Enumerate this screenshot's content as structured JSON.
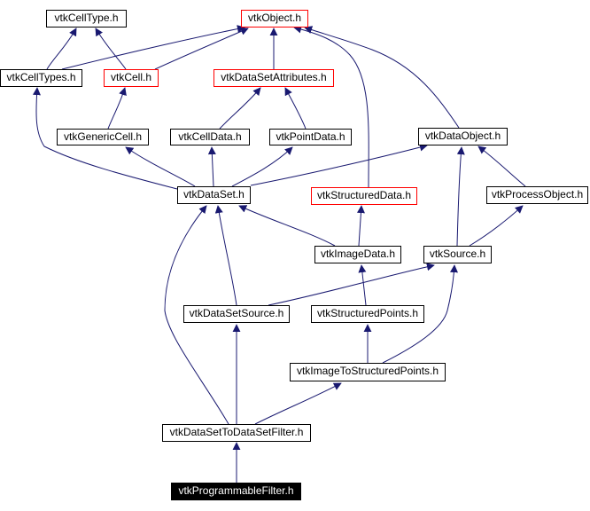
{
  "graph": {
    "nodes": {
      "vtkCellType": "vtkCellType.h",
      "vtkObject": "vtkObject.h",
      "vtkCellTypes": "vtkCellTypes.h",
      "vtkCell": "vtkCell.h",
      "vtkDataSetAttributes": "vtkDataSetAttributes.h",
      "vtkGenericCell": "vtkGenericCell.h",
      "vtkCellData": "vtkCellData.h",
      "vtkPointData": "vtkPointData.h",
      "vtkDataObject": "vtkDataObject.h",
      "vtkDataSet": "vtkDataSet.h",
      "vtkStructuredData": "vtkStructuredData.h",
      "vtkProcessObject": "vtkProcessObject.h",
      "vtkImageData": "vtkImageData.h",
      "vtkSource": "vtkSource.h",
      "vtkDataSetSource": "vtkDataSetSource.h",
      "vtkStructuredPoints": "vtkStructuredPoints.h",
      "vtkImageToStructuredPoints": "vtkImageToStructuredPoints.h",
      "vtkDataSetToDataSetFilter": "vtkDataSetToDataSetFilter.h",
      "vtkProgrammableFilter": "vtkProgrammableFilter.h"
    },
    "edges": [
      [
        "vtkCellTypes",
        "vtkCellType"
      ],
      [
        "vtkCell",
        "vtkCellType"
      ],
      [
        "vtkCellTypes",
        "vtkObject"
      ],
      [
        "vtkCell",
        "vtkObject"
      ],
      [
        "vtkDataSetAttributes",
        "vtkObject"
      ],
      [
        "vtkStructuredData",
        "vtkObject"
      ],
      [
        "vtkDataObject",
        "vtkObject"
      ],
      [
        "vtkGenericCell",
        "vtkCell"
      ],
      [
        "vtkCellData",
        "vtkDataSetAttributes"
      ],
      [
        "vtkPointData",
        "vtkDataSetAttributes"
      ],
      [
        "vtkDataSet",
        "vtkCellTypes"
      ],
      [
        "vtkDataSet",
        "vtkGenericCell"
      ],
      [
        "vtkDataSet",
        "vtkCellData"
      ],
      [
        "vtkDataSet",
        "vtkPointData"
      ],
      [
        "vtkDataSet",
        "vtkDataObject"
      ],
      [
        "vtkImageData",
        "vtkDataSet"
      ],
      [
        "vtkImageData",
        "vtkStructuredData"
      ],
      [
        "vtkProcessObject",
        "vtkDataObject"
      ],
      [
        "vtkSource",
        "vtkDataObject"
      ],
      [
        "vtkSource",
        "vtkProcessObject"
      ],
      [
        "vtkDataSetSource",
        "vtkDataSet"
      ],
      [
        "vtkDataSetSource",
        "vtkSource"
      ],
      [
        "vtkStructuredPoints",
        "vtkImageData"
      ],
      [
        "vtkImageToStructuredPoints",
        "vtkStructuredPoints"
      ],
      [
        "vtkImageToStructuredPoints",
        "vtkSource"
      ],
      [
        "vtkDataSetToDataSetFilter",
        "vtkDataSet"
      ],
      [
        "vtkDataSetToDataSetFilter",
        "vtkDataSetSource"
      ],
      [
        "vtkDataSetToDataSetFilter",
        "vtkImageToStructuredPoints"
      ],
      [
        "vtkProgrammableFilter",
        "vtkDataSetToDataSetFilter"
      ]
    ],
    "colors": {
      "edge": "#191970",
      "undocumented_border": "#ff0000",
      "current_fill": "#000000"
    }
  }
}
